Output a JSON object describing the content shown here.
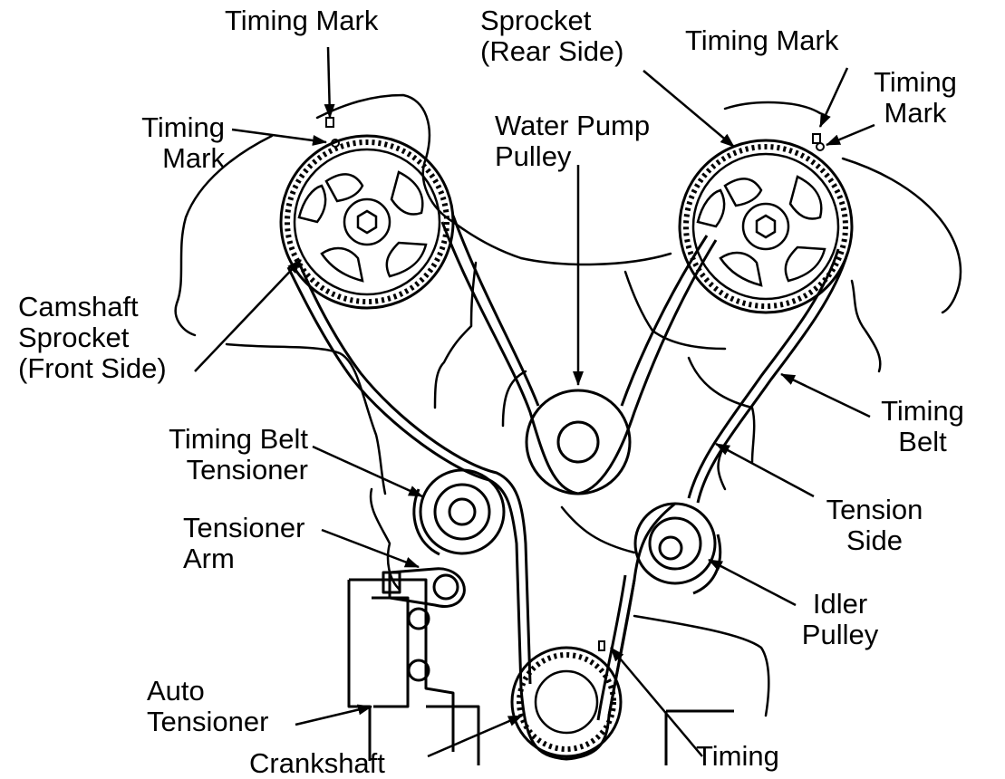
{
  "colors": {
    "ink": "#000000",
    "paper": "#ffffff"
  },
  "labels": {
    "timing_mark_top_left": "Timing Mark",
    "timing_mark_left": [
      "Timing",
      "Mark"
    ],
    "sprocket_rear_side": [
      "Sprocket",
      "(Rear Side)"
    ],
    "timing_mark_top_right": "Timing Mark",
    "timing_mark_right": [
      "Timing",
      "Mark"
    ],
    "water_pump_pulley": [
      "Water Pump",
      "Pulley"
    ],
    "camshaft_sprocket_front_side": [
      "Camshaft",
      "Sprocket",
      "(Front Side)"
    ],
    "timing_belt": [
      "Timing",
      "Belt"
    ],
    "timing_belt_tensioner": [
      "Timing Belt",
      "Tensioner"
    ],
    "tension_side": [
      "Tension",
      "Side"
    ],
    "tensioner_arm": [
      "Tensioner",
      "Arm"
    ],
    "idler_pulley": [
      "Idler",
      "Pulley"
    ],
    "auto_tensioner": [
      "Auto",
      "Tensioner"
    ],
    "crankshaft_partial": "Crankshaft",
    "timing_bottom_partial": "Timing"
  }
}
